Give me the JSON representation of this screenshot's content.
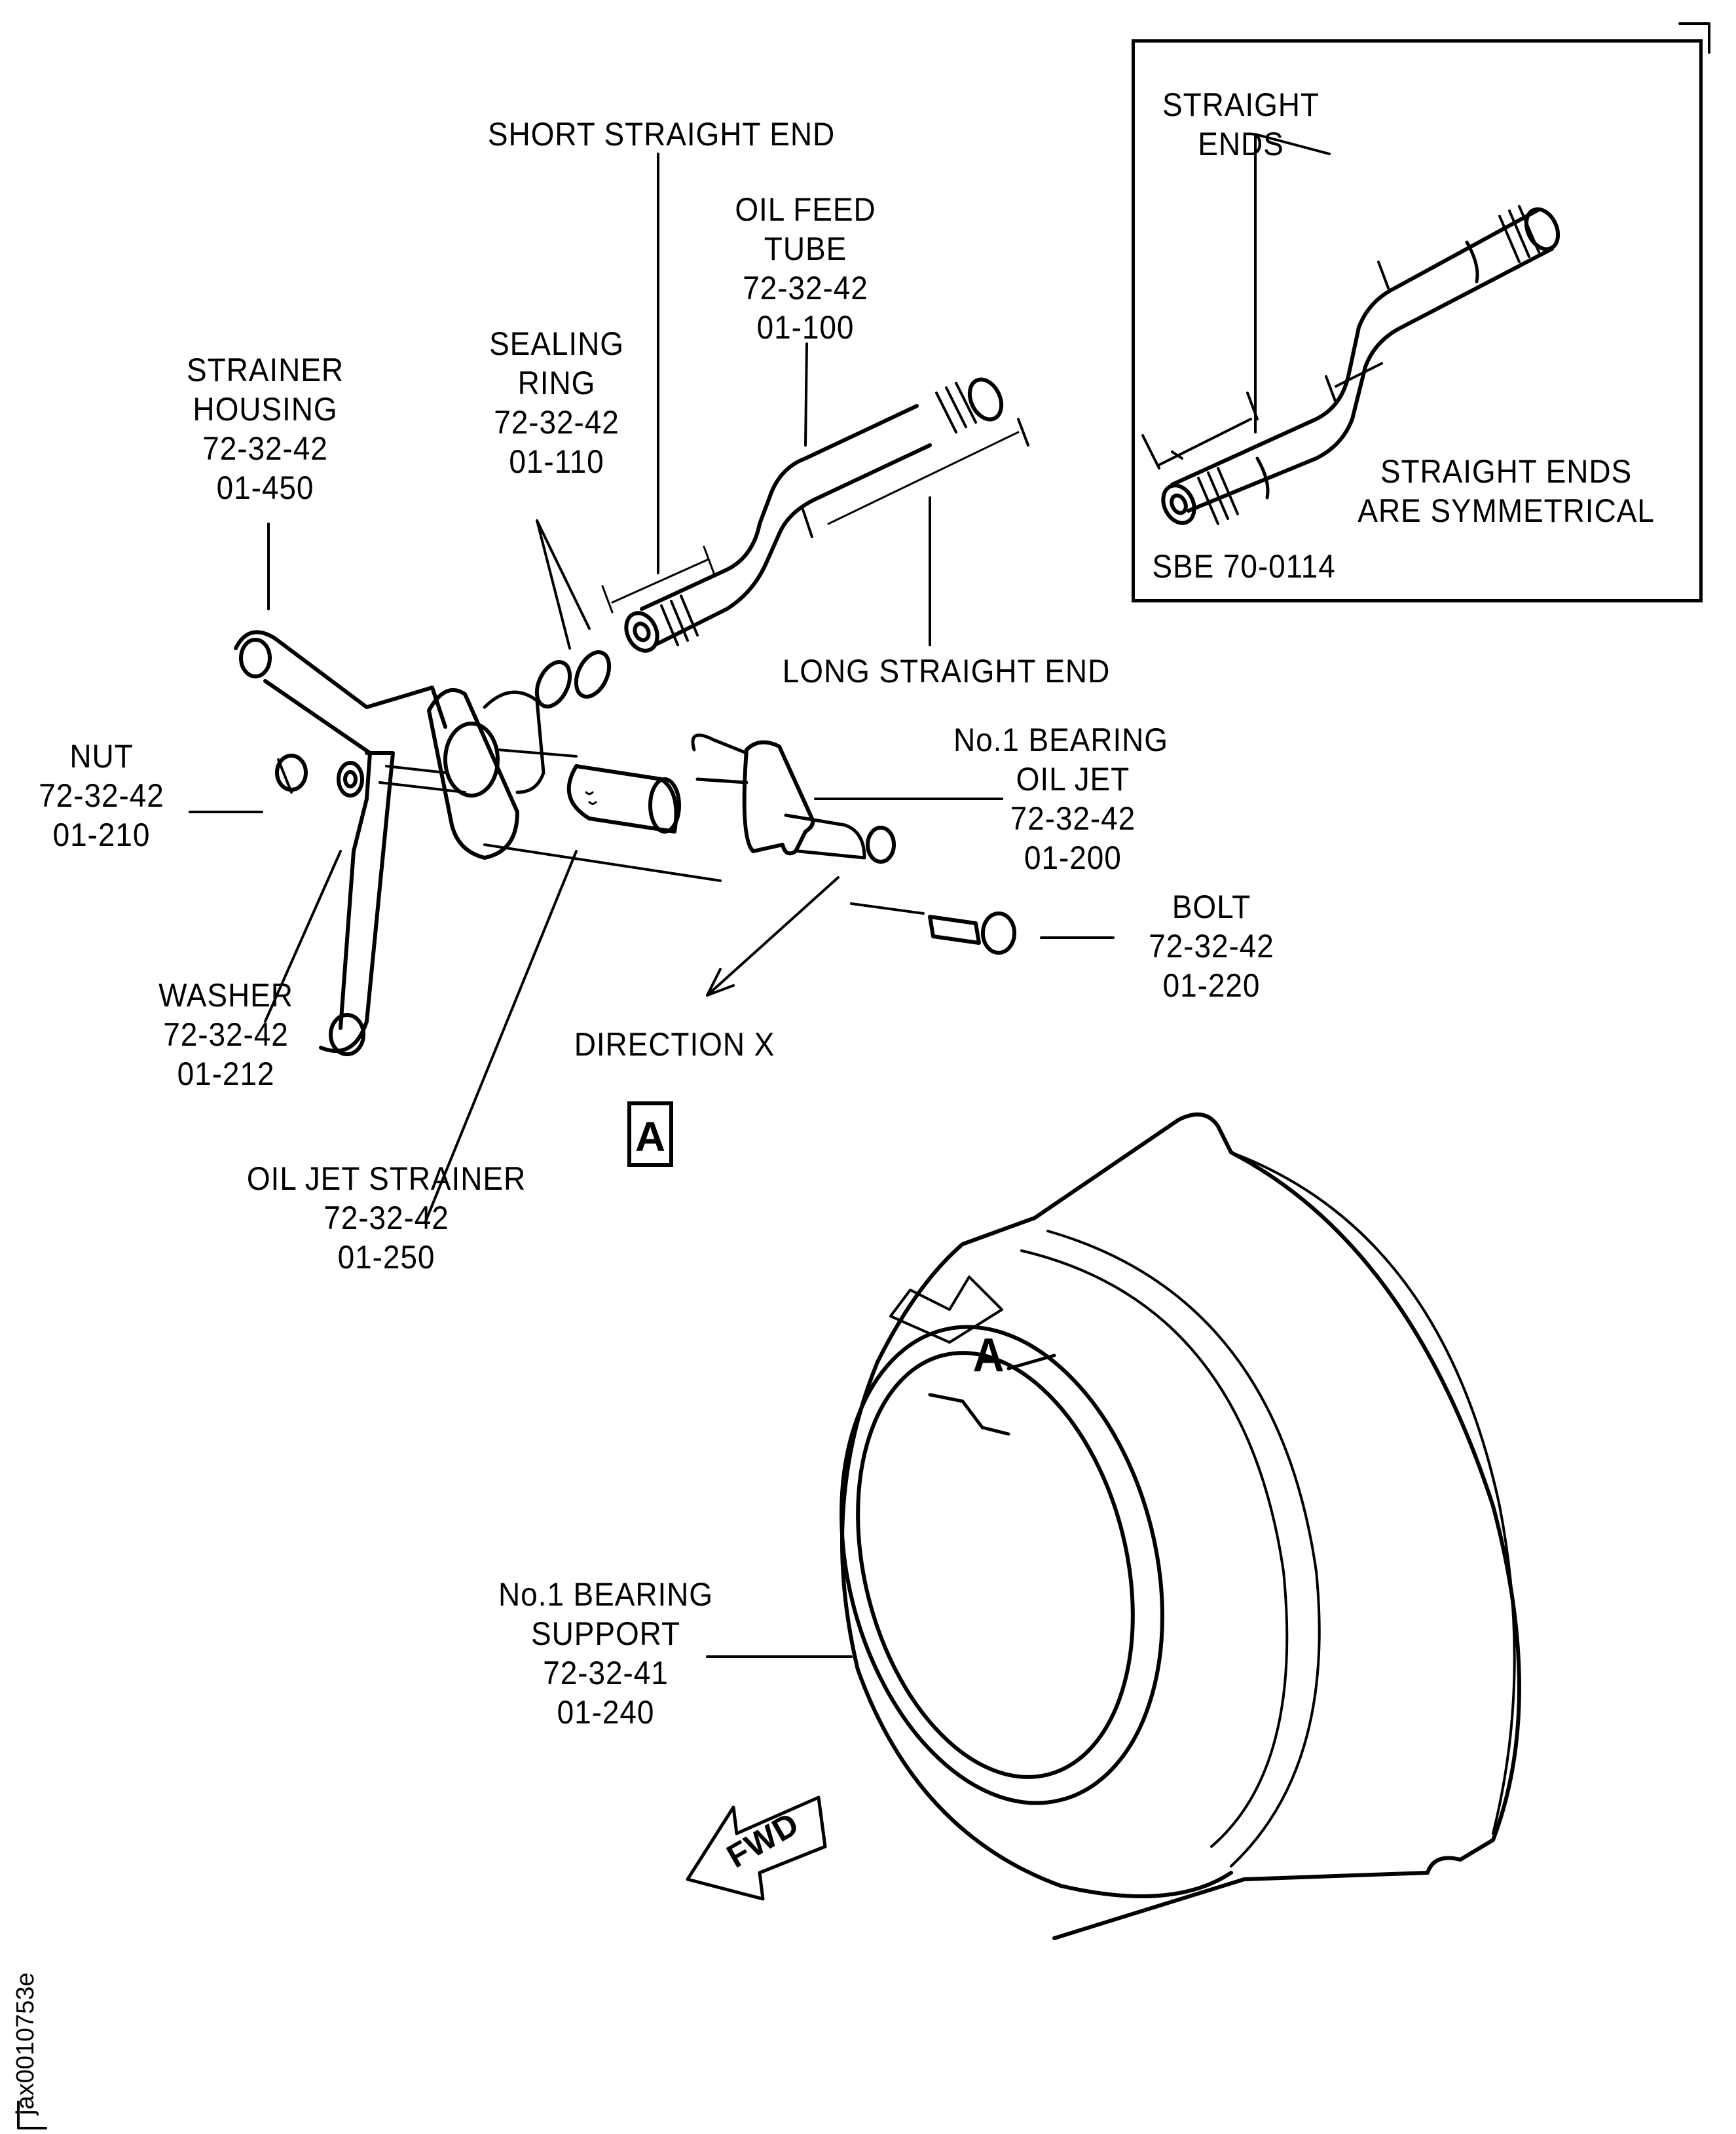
{
  "figure_id": "jax0010753e",
  "inset": {
    "straight_ends": [
      "STRAIGHT",
      "ENDS"
    ],
    "symmetrical_note": [
      "STRAIGHT ENDS",
      "ARE SYMMETRICAL"
    ],
    "bulletin": "SBE 70-0114"
  },
  "callouts": {
    "short_straight_end": "SHORT STRAIGHT END",
    "long_straight_end": "LONG STRAIGHT END",
    "direction_x": "DIRECTION X",
    "view_a": "A",
    "fwd": "FWD"
  },
  "parts": [
    {
      "name": [
        "OIL FEED",
        "TUBE"
      ],
      "ref": "72-32-42",
      "item": "01-100"
    },
    {
      "name": [
        "SEALING",
        "RING"
      ],
      "ref": "72-32-42",
      "item": "01-110"
    },
    {
      "name": [
        "STRAINER",
        "HOUSING"
      ],
      "ref": "72-32-42",
      "item": "01-450"
    },
    {
      "name": [
        "NUT"
      ],
      "ref": "72-32-42",
      "item": "01-210"
    },
    {
      "name": [
        "WASHER"
      ],
      "ref": "72-32-42",
      "item": "01-212"
    },
    {
      "name": [
        "No.1 BEARING",
        "OIL JET"
      ],
      "ref": "72-32-42",
      "item": "01-200"
    },
    {
      "name": [
        "BOLT"
      ],
      "ref": "72-32-42",
      "item": "01-220"
    },
    {
      "name": [
        "OIL JET STRAINER"
      ],
      "ref": "72-32-42",
      "item": "01-250"
    },
    {
      "name": [
        "No.1 BEARING",
        "SUPPORT"
      ],
      "ref": "72-32-41",
      "item": "01-240"
    }
  ]
}
